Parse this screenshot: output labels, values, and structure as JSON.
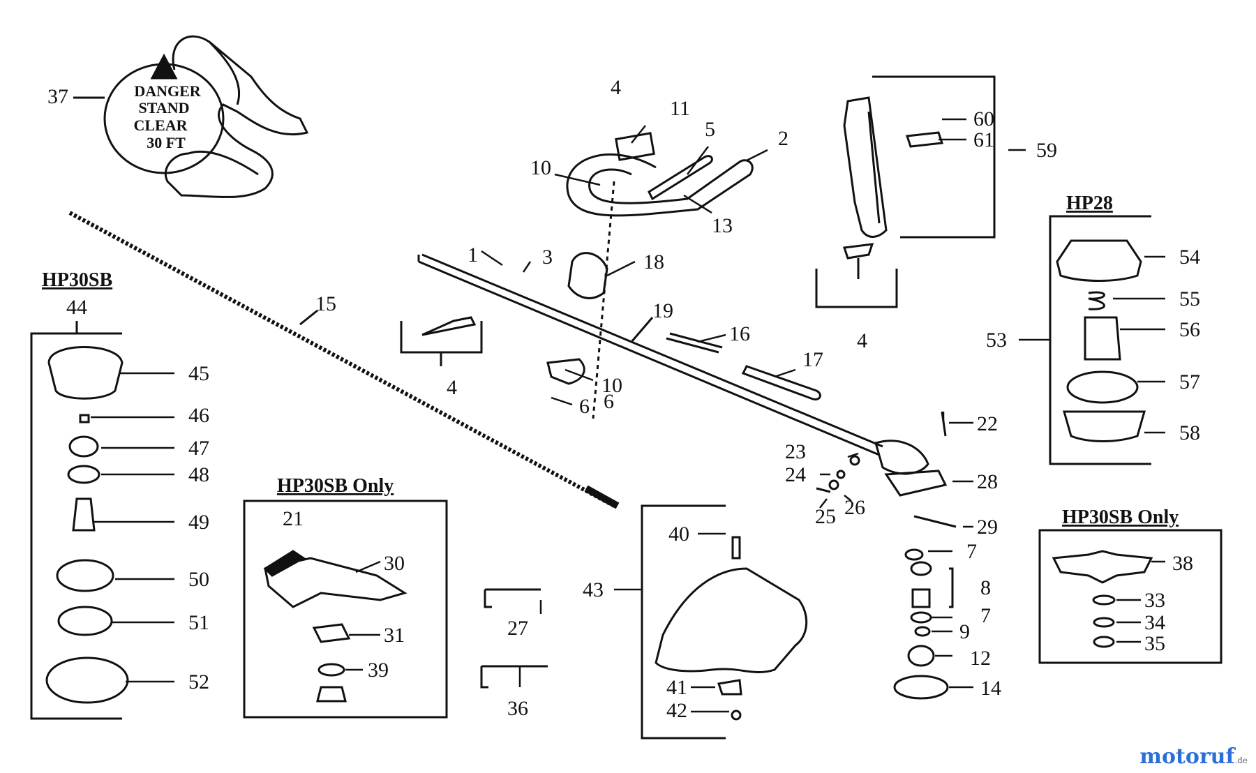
{
  "diagram": {
    "sections": {
      "hp30sb": "HP30SB",
      "hp30sb_only_left": "HP30SB Only",
      "hp28": "HP28",
      "hp30sb_only_right": "HP30SB Only"
    },
    "warning_lines": [
      "DANGER",
      "STAND",
      "CLEAR",
      "30 FT"
    ],
    "part_numbers": [
      "1",
      "2",
      "3",
      "4",
      "4",
      "4",
      "5",
      "6",
      "6",
      "7",
      "7",
      "8",
      "9",
      "10",
      "10",
      "11",
      "12",
      "13",
      "14",
      "15",
      "16",
      "17",
      "18",
      "19",
      "21",
      "22",
      "23",
      "24",
      "25",
      "26",
      "27",
      "28",
      "29",
      "30",
      "31",
      "33",
      "34",
      "35",
      "36",
      "37",
      "38",
      "39",
      "40",
      "41",
      "42",
      "43",
      "44",
      "45",
      "46",
      "47",
      "48",
      "49",
      "50",
      "51",
      "52",
      "53",
      "54",
      "55",
      "56",
      "57",
      "58",
      "59",
      "60",
      "61"
    ]
  },
  "watermark": {
    "brand_main": "motoruf",
    "brand_tld": ".de"
  },
  "colors": {
    "ink": "#111111",
    "watermark_blue": "#2a6fd8",
    "watermark_orange": "#e08a1a"
  }
}
